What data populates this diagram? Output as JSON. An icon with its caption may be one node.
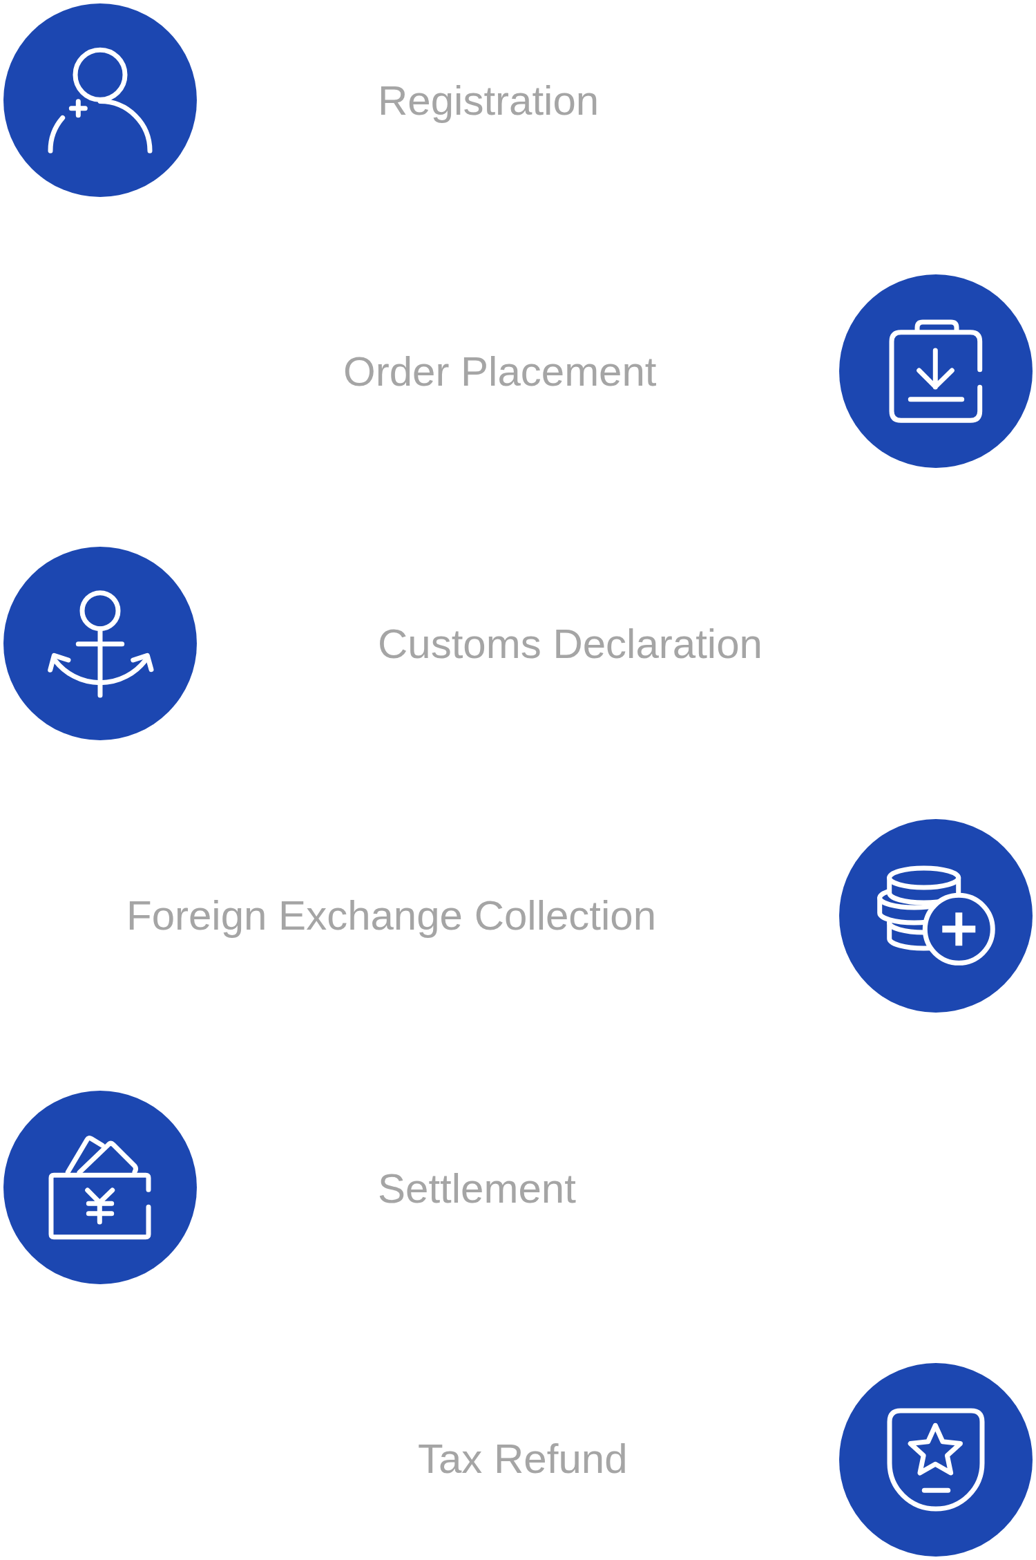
{
  "diagram": {
    "labels": [
      "Registration",
      "Order Placement",
      "Customs Declaration",
      "Foreign Exchange Collection",
      "Settlement",
      "Tax Refund"
    ]
  }
}
